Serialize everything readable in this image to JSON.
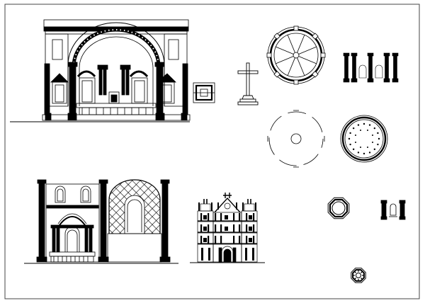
{
  "sheet": {
    "background": "#ffffff",
    "line_color": "#000000",
    "frame_color": "#444444"
  },
  "drawings": [
    {
      "id": "altar-arch-elevation",
      "kind": "elevation"
    },
    {
      "id": "small-ornament-detail",
      "kind": "detail"
    },
    {
      "id": "crucifix-on-pedestal",
      "kind": "elevation"
    },
    {
      "id": "round-cupola-plan-spokes",
      "kind": "plan"
    },
    {
      "id": "column-colonnade-row",
      "kind": "elevation"
    },
    {
      "id": "circle-plan-with-axes",
      "kind": "plan"
    },
    {
      "id": "dotted-dome-plan",
      "kind": "plan"
    },
    {
      "id": "chapel-arch-elevation",
      "kind": "elevation"
    },
    {
      "id": "church-facade-elevation",
      "kind": "elevation"
    },
    {
      "id": "octagon-plan-large",
      "kind": "plan"
    },
    {
      "id": "column-pair-elevation",
      "kind": "elevation"
    },
    {
      "id": "octagon-plan-small",
      "kind": "plan"
    }
  ]
}
